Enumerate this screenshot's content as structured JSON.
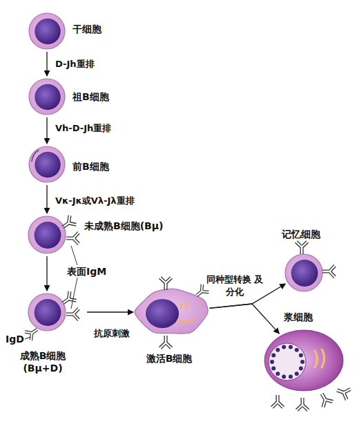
{
  "diagram": {
    "nodes": [
      {
        "text": [
          "干细胞"
        ]
      },
      {
        "text": [
          "祖B细胞"
        ]
      },
      {
        "text": [
          "前B细胞"
        ]
      },
      {
        "text": [
          "未成熟B细胞(Bμ)"
        ]
      },
      {
        "text": [
          "成熟B细胞 (Bμ+D)"
        ]
      },
      {
        "text": [
          "激活B细胞"
        ]
      },
      {
        "text": [
          "记忆细胞"
        ]
      },
      {
        "text": [
          "浆细胞"
        ]
      }
    ],
    "edges": [
      {
        "from": 0,
        "to": 1,
        "label": "D-Jh重排",
        "arrow": "to"
      },
      {
        "from": 1,
        "to": 2,
        "label": "Vh-D-Jh重排",
        "arrow": "to"
      },
      {
        "from": 2,
        "to": 3,
        "label": "Vκ-Jκ或Vλ-Jλ重排",
        "arrow": "to"
      },
      {
        "from": 3,
        "to": 4,
        "arrow": "to"
      },
      {
        "from": 4,
        "to": 5,
        "label": "抗原刺激",
        "arrow": "to"
      },
      {
        "from": 5,
        "to": 6,
        "label": "同种型转换 及分化",
        "arrow": "to"
      },
      {
        "from": 5,
        "to": 7,
        "arrow": "to"
      }
    ],
    "labels": [
      "表面IgM",
      "IgD"
    ]
  }
}
